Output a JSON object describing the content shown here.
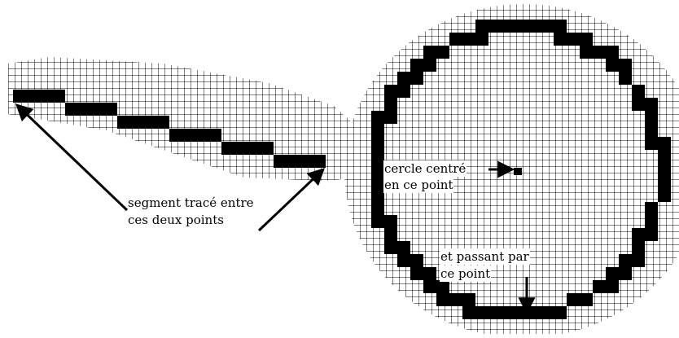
{
  "colors": {
    "background": "#ffffff",
    "grid": "#000000",
    "pixel": "#000000"
  },
  "labels": {
    "segment_line1": "segment tracé entre",
    "segment_line2": "ces deux points",
    "center_line1": "cercle centré",
    "center_line2": "en ce point",
    "through_line1": "et passant par",
    "through_line2": "ce point"
  },
  "icons": {
    "segment_arrow_left": "arrow-up-left",
    "segment_arrow_right": "arrow-up-right",
    "center_arrow": "arrow-right",
    "through_arrow": "arrow-down"
  }
}
